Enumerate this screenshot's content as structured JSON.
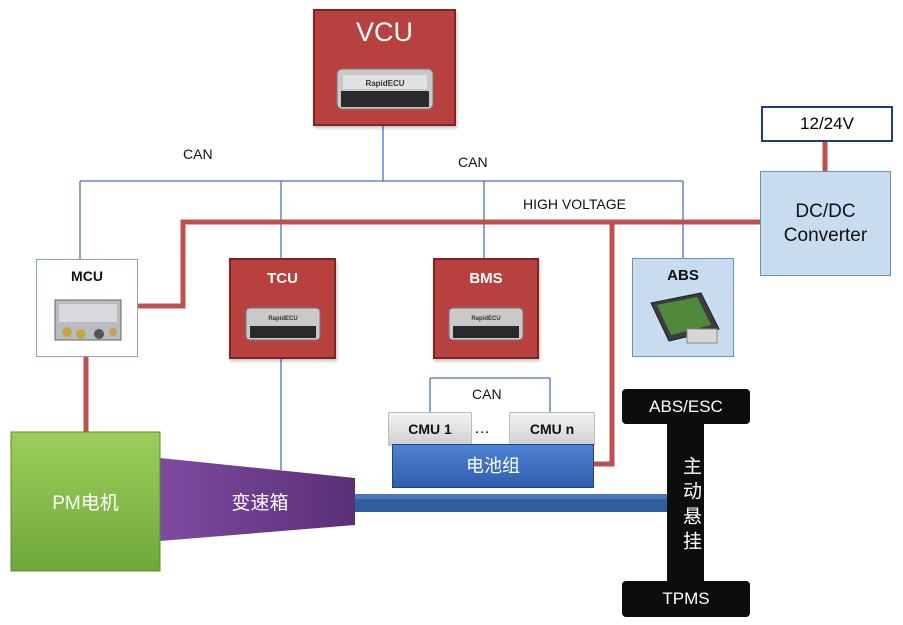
{
  "vcu": {
    "label": "VCU"
  },
  "bus": {
    "can_label_left": "CAN",
    "can_label_center": "CAN",
    "hv_label": "HIGH VOLTAGE",
    "can_label_bms": "CAN"
  },
  "power": {
    "supply_label": "12/24V",
    "dcdc_label": "DC/DC Converter"
  },
  "nodes": {
    "mcu": "MCU",
    "tcu": "TCU",
    "bms": "BMS",
    "abs": "ABS"
  },
  "battery": {
    "cmu_first": "CMU 1",
    "ellipsis": "…",
    "cmu_last": "CMU n",
    "pack_label": "电池组"
  },
  "drivetrain": {
    "motor_label": "PM电机",
    "gearbox_label": "变速箱"
  },
  "chassis": {
    "abs_esc_label": "ABS/ESC",
    "suspension_label": "主动悬挂",
    "tpms_label": "TPMS"
  },
  "ecu_brand": "RapidECU",
  "colors": {
    "red_box": "#b8413f",
    "hv_line": "#c0504d",
    "can_line": "#4a72b8",
    "motor_green": "#8bc34a",
    "gearbox_purple": "#6a3d8a",
    "shaft_blue": "#2f5f9e",
    "battery_blue": "#3b6cc0"
  }
}
